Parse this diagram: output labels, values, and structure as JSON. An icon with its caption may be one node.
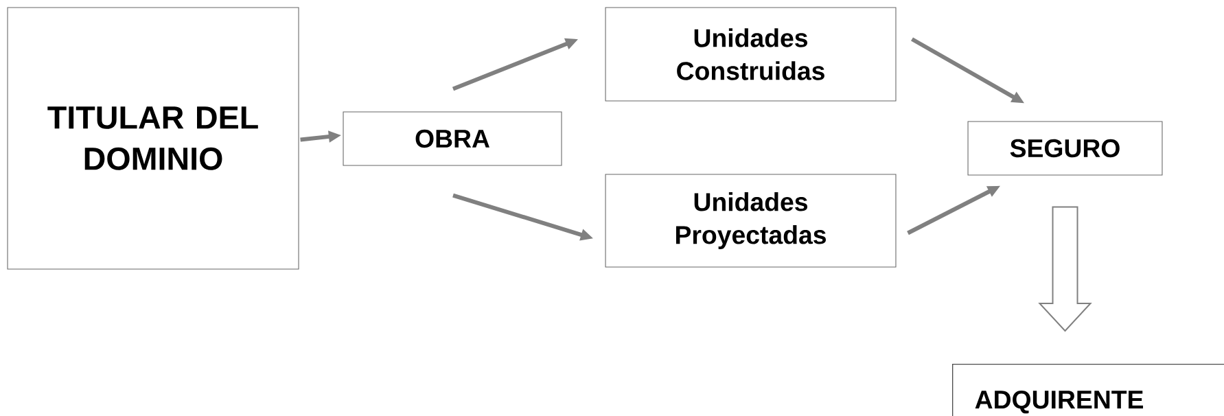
{
  "diagram": {
    "nodes": [
      {
        "text": [
          "TITULAR DEL DOMINIO"
        ]
      },
      {
        "text": [
          "OBRA"
        ]
      },
      {
        "text": [
          "Unidades Construidas"
        ]
      },
      {
        "text": [
          "Unidades Proyectadas"
        ]
      },
      {
        "text": [
          "SEGURO"
        ]
      },
      {
        "text": [
          "ADQUIRENTE"
        ]
      }
    ],
    "edges": [
      {
        "from": 0,
        "to": 1,
        "arrow": "to"
      },
      {
        "from": 1,
        "to": 2,
        "arrow": "to"
      },
      {
        "from": 1,
        "to": 3,
        "arrow": "to"
      },
      {
        "from": 2,
        "to": 4,
        "arrow": "to"
      },
      {
        "from": 3,
        "to": 4,
        "arrow": "to"
      },
      {
        "from": 4,
        "to": 5,
        "arrow": "to",
        "style": "thick"
      }
    ]
  }
}
